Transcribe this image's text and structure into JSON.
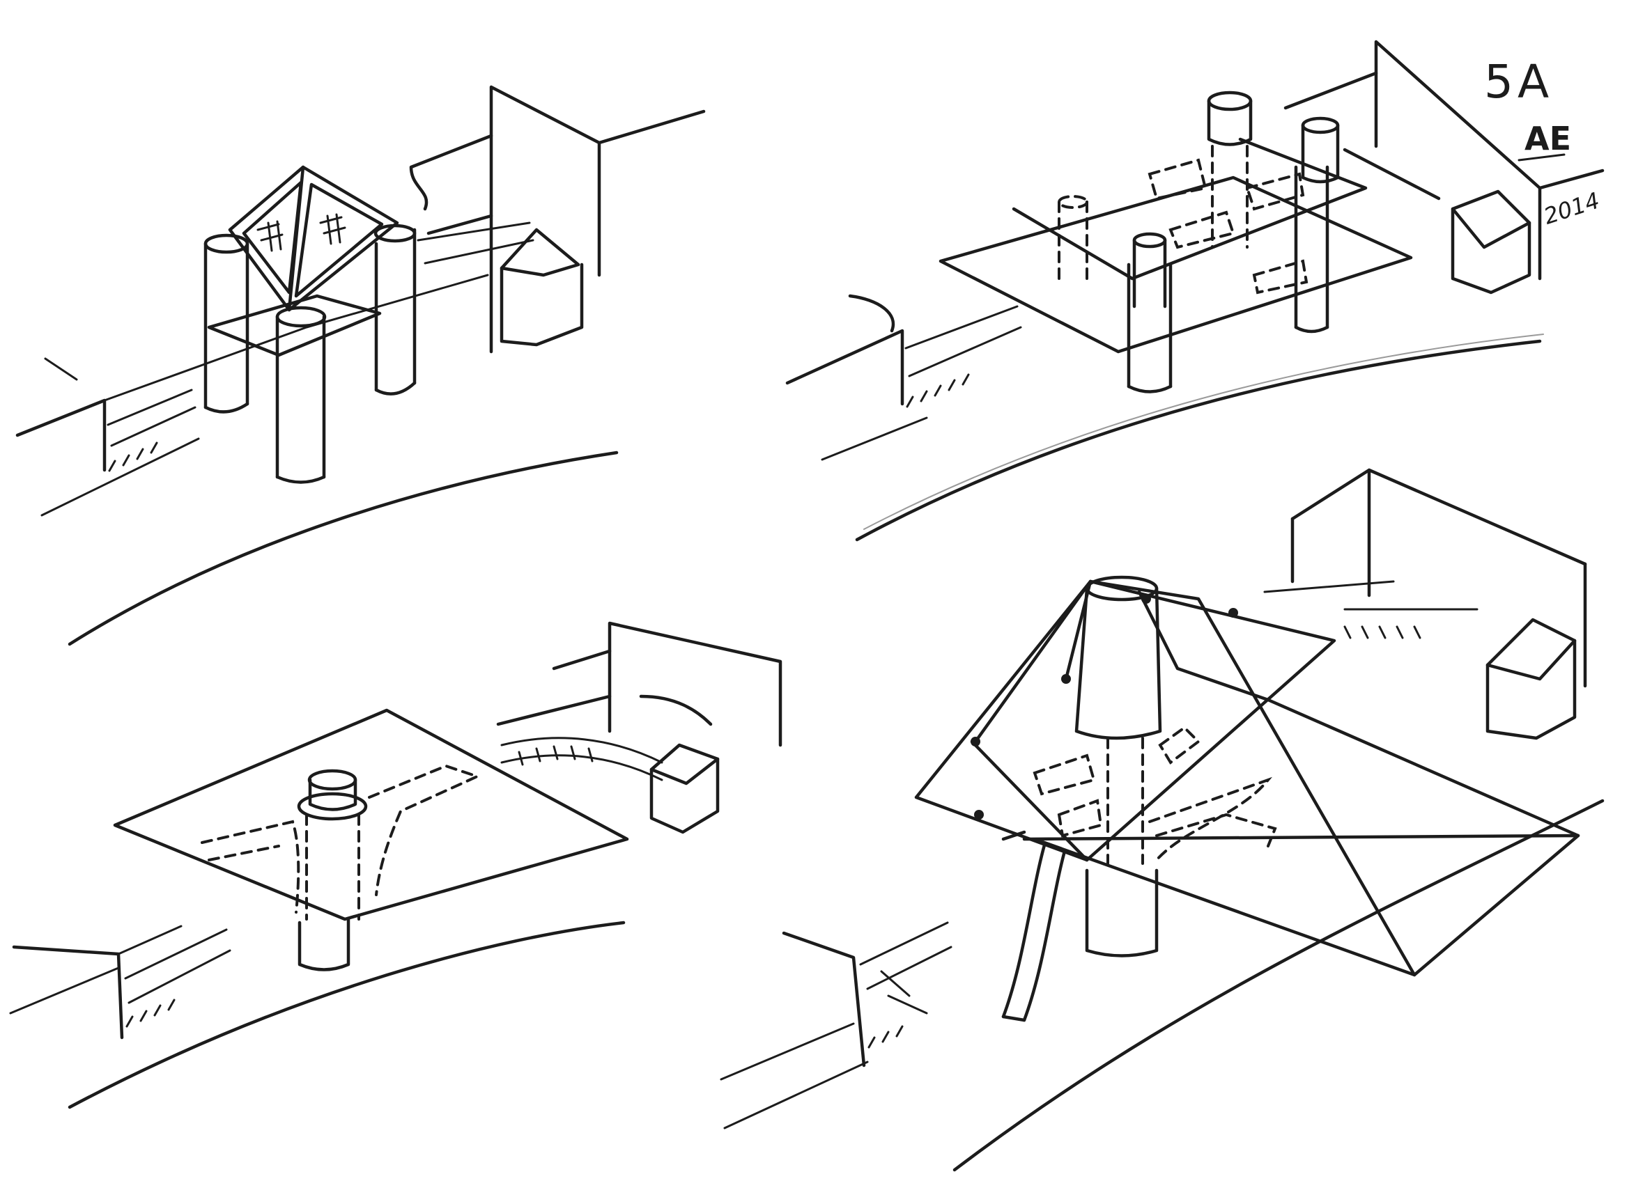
{
  "sheet": {
    "id_label": "5A",
    "initials": "AE",
    "year": "2014"
  },
  "panels": [
    {
      "name": "panel-top-left",
      "subject": "tower-with-pyramid-roof"
    },
    {
      "name": "panel-top-right",
      "subject": "two-column-flat-canopy"
    },
    {
      "name": "panel-bottom-left",
      "subject": "single-column-square-canopy"
    },
    {
      "name": "panel-bottom-right",
      "subject": "tensile-membrane-canopy"
    }
  ],
  "colors": {
    "ink": "#1c1c1c",
    "paper": "#ffffff"
  }
}
